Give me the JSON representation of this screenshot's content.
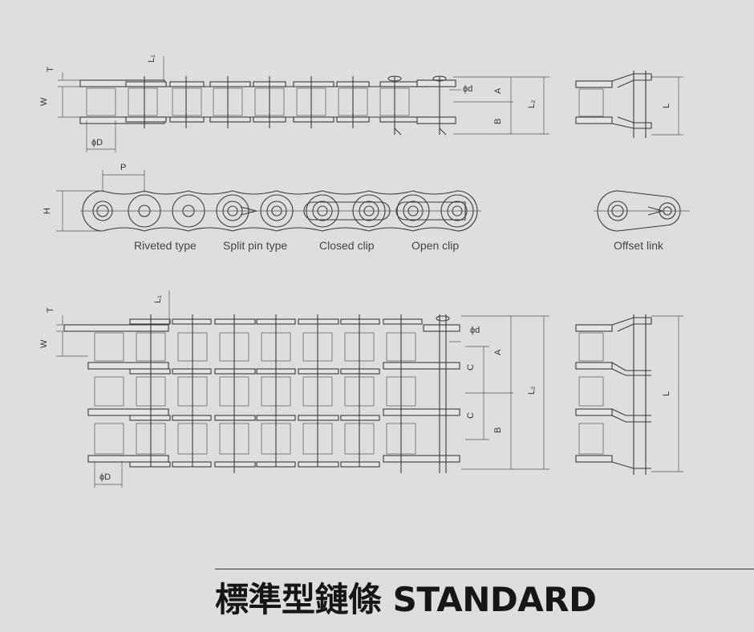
{
  "title": "標準型鏈條 STANDARD",
  "labels": {
    "T": "T",
    "W": "W",
    "L1": "L₁",
    "L2": "L₂",
    "L": "L",
    "phi_d": "ϕd",
    "phi_D": "ϕD",
    "A": "A",
    "B": "B",
    "C": "C",
    "P": "P",
    "H": "H"
  },
  "captions": {
    "riveted": "Riveted type",
    "split_pin": "Split pin type",
    "closed_clip": "Closed clip",
    "open_clip": "Open clip",
    "offset": "Offset link"
  }
}
